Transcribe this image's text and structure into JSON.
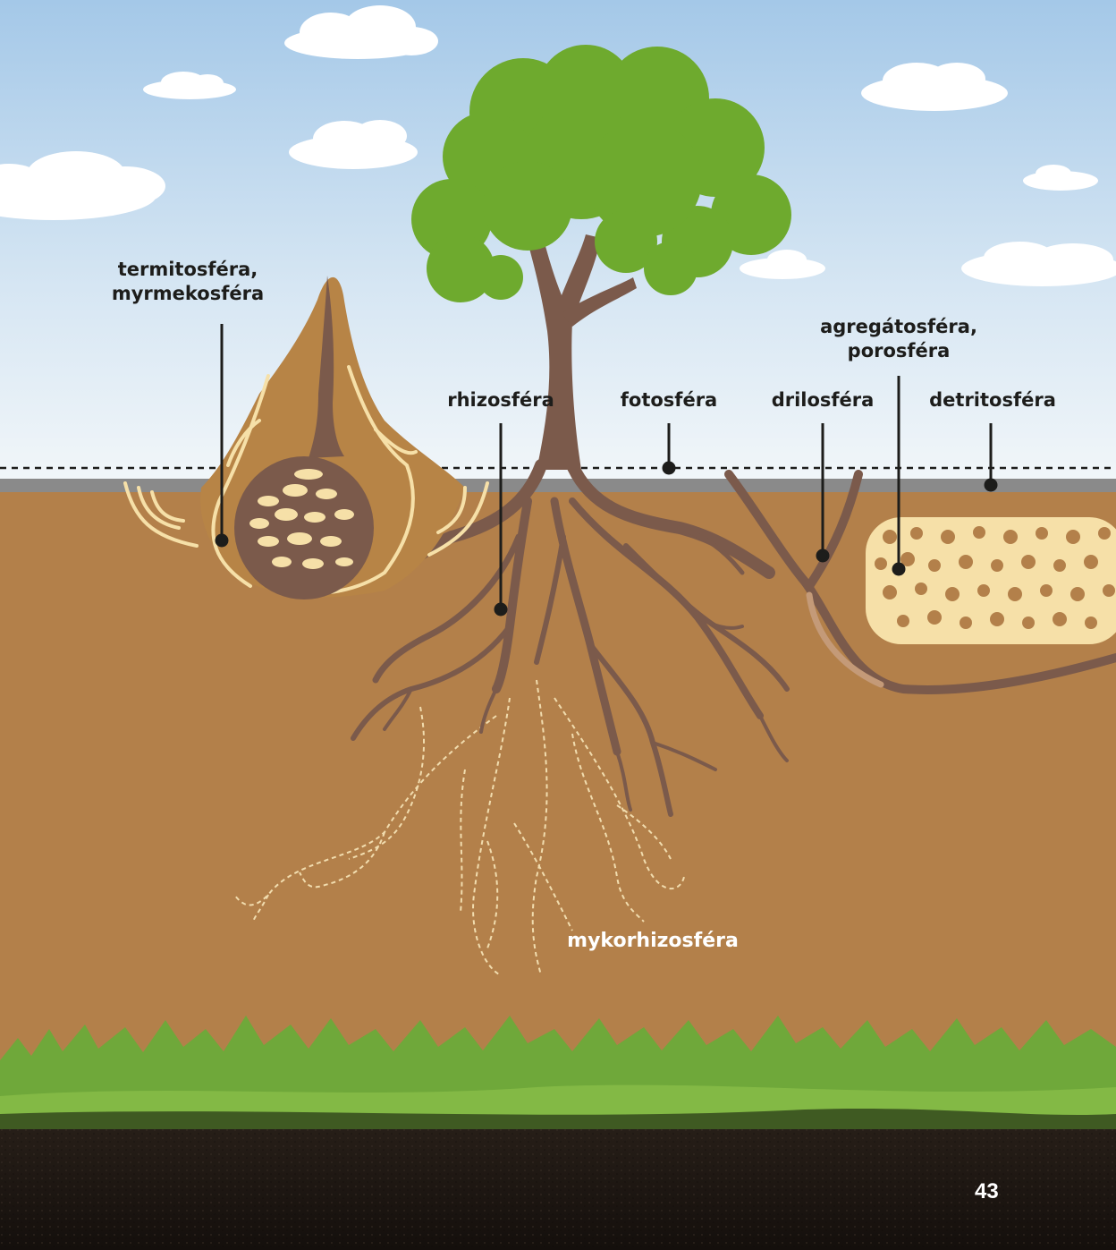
{
  "labels": {
    "termito_line1": "termitosféra,",
    "termito_line2": "myrmekosféra",
    "rhizo": "rhizosféra",
    "foto": "fotosféra",
    "drilo": "drilosféra",
    "agregato_line1": "agregátosféra,",
    "agregato_line2": "porosféra",
    "detrito": "detritosféra",
    "mykorhizo": "mykorhizosféra"
  },
  "page_number": "43",
  "colors": {
    "sky_top": "#a8cbea",
    "sky_bottom": "#eef4f8",
    "soil": "#b3804a",
    "litter_layer": "#8a8a8a",
    "root_brown": "#7b5a4b",
    "canopy_green": "#6eaa2e",
    "mound": "#b78446",
    "aggregate_cream": "#f6e0a8",
    "dark_soil": "#1c1612",
    "grass": "#6fa83a"
  }
}
